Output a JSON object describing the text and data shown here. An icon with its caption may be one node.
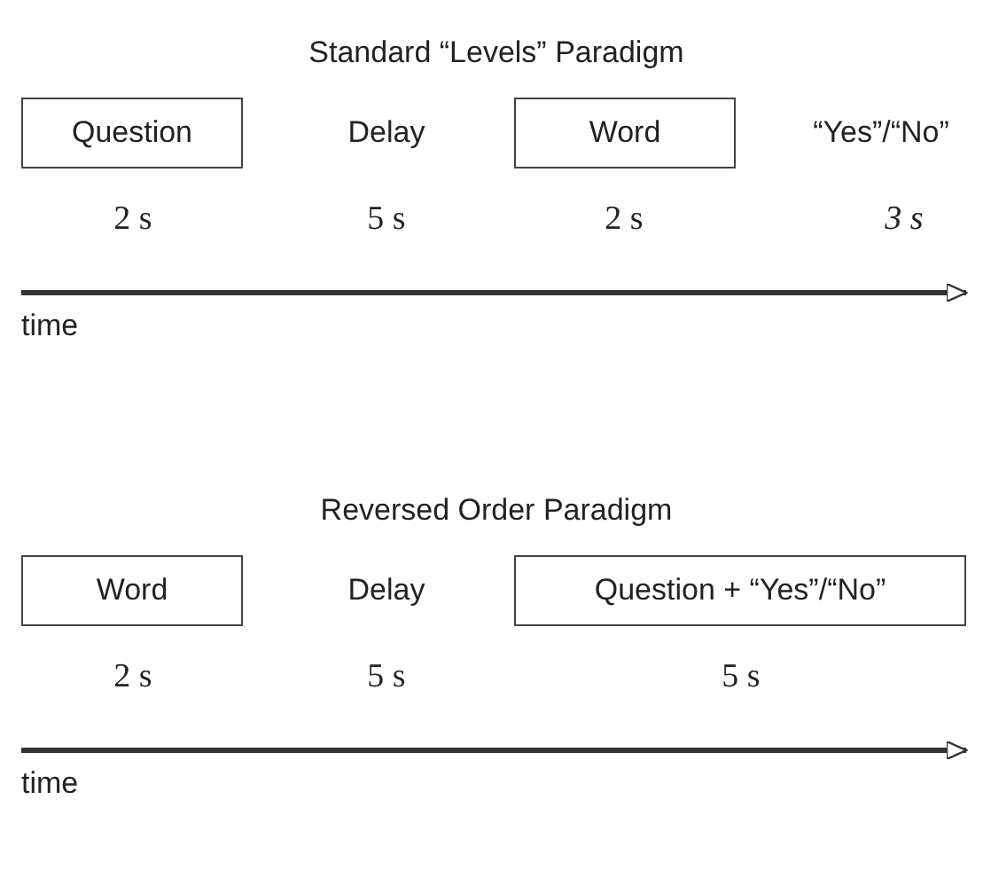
{
  "diagram": {
    "nodes": [
      {
        "text": [
          "Question"
        ],
        "beside": [
          "2 s"
        ]
      },
      {
        "text": [
          "Word"
        ],
        "beside": [
          "2 s"
        ]
      },
      {
        "text": [
          "Word"
        ],
        "beside": [
          "2 s"
        ]
      },
      {
        "text": [
          "Question + “Yes”/“No”"
        ],
        "beside": [
          "5 s"
        ]
      }
    ],
    "edges": [],
    "labels": [
      "Standard “Levels” Paradigm",
      "Delay",
      "“Yes”/“No”",
      "5 s",
      "3 s",
      "time",
      "Reversed Order Paradigm",
      "Delay",
      "5 s",
      "time"
    ]
  }
}
